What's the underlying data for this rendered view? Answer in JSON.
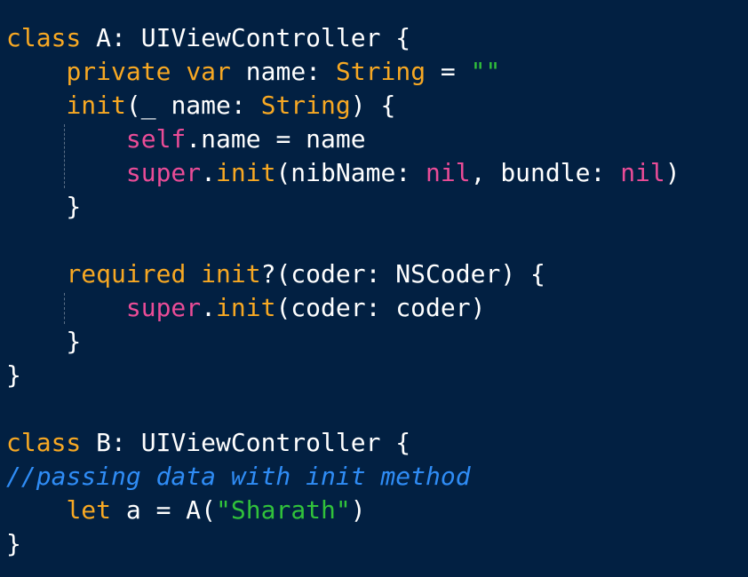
{
  "editor": {
    "language": "Swift",
    "colors": {
      "background": "#022042",
      "keyword": "#f7a823",
      "self_super_nil": "#ea4c97",
      "string": "#31c23b",
      "comment": "#2f8cf5",
      "plain": "#ffffff"
    },
    "lines": [
      [
        {
          "t": "class",
          "k": "kw"
        },
        {
          "t": " A: UIViewController {",
          "k": "pl"
        }
      ],
      [
        {
          "t": "    ",
          "k": "pl"
        },
        {
          "t": "private",
          "k": "kw"
        },
        {
          "t": " ",
          "k": "pl"
        },
        {
          "t": "var",
          "k": "kw"
        },
        {
          "t": " name: ",
          "k": "pl"
        },
        {
          "t": "String",
          "k": "kw"
        },
        {
          "t": " = ",
          "k": "pl"
        },
        {
          "t": "\"\"",
          "k": "str"
        }
      ],
      [
        {
          "t": "    ",
          "k": "pl"
        },
        {
          "t": "init",
          "k": "kw"
        },
        {
          "t": "(_ name: ",
          "k": "pl"
        },
        {
          "t": "String",
          "k": "kw"
        },
        {
          "t": ") {",
          "k": "pl"
        }
      ],
      [
        {
          "t": "        ",
          "k": "pl"
        },
        {
          "t": "self",
          "k": "pink"
        },
        {
          "t": ".name = name",
          "k": "pl"
        }
      ],
      [
        {
          "t": "        ",
          "k": "pl"
        },
        {
          "t": "super",
          "k": "pink"
        },
        {
          "t": ".",
          "k": "pl"
        },
        {
          "t": "init",
          "k": "kw"
        },
        {
          "t": "(nibName: ",
          "k": "pl"
        },
        {
          "t": "nil",
          "k": "pink"
        },
        {
          "t": ", bundle: ",
          "k": "pl"
        },
        {
          "t": "nil",
          "k": "pink"
        },
        {
          "t": ")",
          "k": "pl"
        }
      ],
      [
        {
          "t": "    }",
          "k": "pl"
        }
      ],
      [],
      [
        {
          "t": "    ",
          "k": "pl"
        },
        {
          "t": "required",
          "k": "kw"
        },
        {
          "t": " ",
          "k": "pl"
        },
        {
          "t": "init",
          "k": "kw"
        },
        {
          "t": "?(coder: NSCoder) {",
          "k": "pl"
        }
      ],
      [
        {
          "t": "        ",
          "k": "pl"
        },
        {
          "t": "super",
          "k": "pink"
        },
        {
          "t": ".",
          "k": "pl"
        },
        {
          "t": "init",
          "k": "kw"
        },
        {
          "t": "(coder: coder)",
          "k": "pl"
        }
      ],
      [
        {
          "t": "    }",
          "k": "pl"
        }
      ],
      [
        {
          "t": "}",
          "k": "pl"
        }
      ],
      [],
      [
        {
          "t": "class",
          "k": "kw"
        },
        {
          "t": " B: UIViewController {",
          "k": "pl"
        }
      ],
      [
        {
          "t": "//passing data with init method",
          "k": "cm"
        }
      ],
      [
        {
          "t": "    ",
          "k": "pl"
        },
        {
          "t": "let",
          "k": "kw"
        },
        {
          "t": " a = A(",
          "k": "pl"
        },
        {
          "t": "\"Sharath\"",
          "k": "str"
        },
        {
          "t": ")",
          "k": "pl"
        }
      ],
      [
        {
          "t": "}",
          "k": "pl"
        }
      ]
    ]
  }
}
